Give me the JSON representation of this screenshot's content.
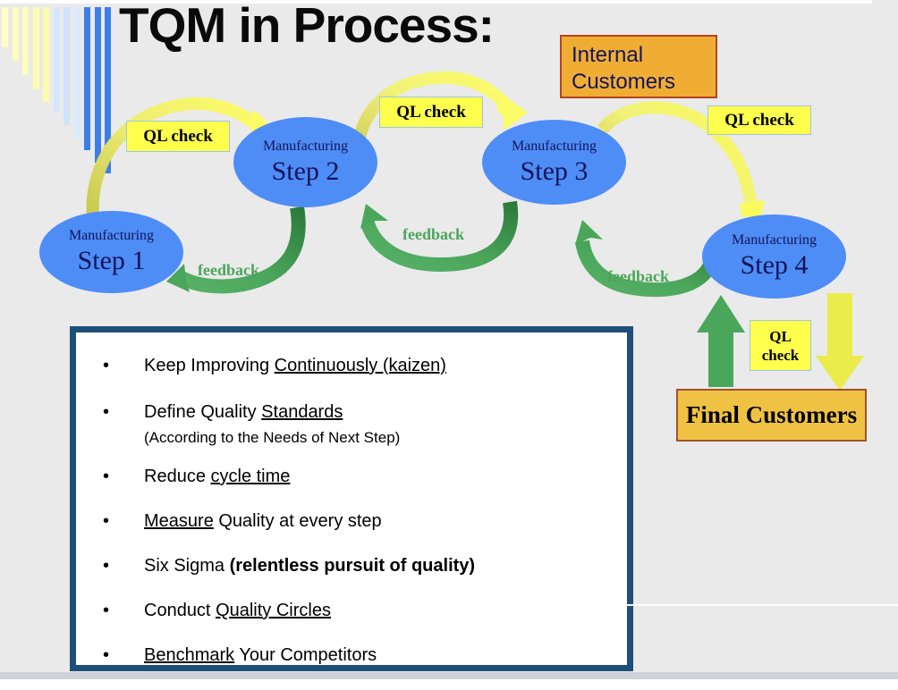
{
  "slide": {
    "title": "TQM in Process:",
    "background_color": "#eaeaea"
  },
  "decor": {
    "name": "decorative-bars",
    "bars": [
      {
        "color": "#ffffc2",
        "height": 45
      },
      {
        "color": "#fdfdbd",
        "height": 60
      },
      {
        "color": "#fdfdbd",
        "height": 76
      },
      {
        "color": "#fcfcb0",
        "height": 92
      },
      {
        "color": "#fcfcaa",
        "height": 106
      },
      {
        "color": "#d4e6fb",
        "height": 118
      },
      {
        "color": "#cfe3fb",
        "height": 132
      },
      {
        "color": "#d9ebfd",
        "height": 146
      },
      {
        "color": "#3d7fe8",
        "height": 160
      },
      {
        "color": "#3d7fe8",
        "height": 174
      },
      {
        "color": "#3d7fe8",
        "height": 186
      }
    ]
  },
  "steps": [
    {
      "sub": "Manufacturing",
      "main": "Step 1",
      "color": "#4e8df5"
    },
    {
      "sub": "Manufacturing",
      "main": "Step 2",
      "color": "#4e8df5"
    },
    {
      "sub": "Manufacturing",
      "main": "Step 3",
      "color": "#4e8df5"
    },
    {
      "sub": "Manufacturing",
      "main": "Step 4",
      "color": "#4e8df5"
    }
  ],
  "ql_checks": [
    {
      "label": "QL check"
    },
    {
      "label": "QL check"
    },
    {
      "label": "QL check"
    },
    {
      "line1": "QL",
      "line2": "check"
    }
  ],
  "feedback_labels": [
    "feedback",
    "feedback",
    "feedback"
  ],
  "customers": {
    "internal_line1": "Internal",
    "internal_line2": "Customers",
    "internal_bg": "#f0ad33",
    "internal_border": "#b4441f",
    "final": "Final Customers",
    "final_bg": "#f0c244",
    "final_border": "#a0522d"
  },
  "bullets": {
    "border_color": "#1f4e79",
    "items": [
      {
        "bullet": "•",
        "segments": [
          {
            "text": "Keep Improving ",
            "style": "normal"
          },
          {
            "text": "Continuously (kaizen)",
            "style": "underline"
          }
        ]
      },
      {
        "bullet": "•",
        "segments": [
          {
            "text": "Define Quality ",
            "style": "normal"
          },
          {
            "text": "Standards",
            "style": "underline"
          }
        ],
        "sub": "(According to the Needs of Next Step)"
      },
      {
        "bullet": "•",
        "segments": [
          {
            "text": "Reduce ",
            "style": "normal"
          },
          {
            "text": "cycle time",
            "style": "underline"
          }
        ]
      },
      {
        "bullet": "•",
        "segments": [
          {
            "text": "Measure",
            "style": "underline"
          },
          {
            "text": " Quality at every step",
            "style": "normal"
          }
        ]
      },
      {
        "bullet": "•",
        "segments": [
          {
            "text": "Six Sigma ",
            "style": "normal"
          },
          {
            "text": "(relentless pursuit of quality)",
            "style": "bold"
          }
        ]
      },
      {
        "bullet": "•",
        "segments": [
          {
            "text": "Conduct ",
            "style": "normal"
          },
          {
            "text": "Quality Circles",
            "style": "underline"
          }
        ]
      },
      {
        "bullet": "•",
        "segments": [
          {
            "text": "Benchmark",
            "style": "underline"
          },
          {
            "text": " Your Competitors",
            "style": "normal"
          }
        ]
      }
    ]
  },
  "colors": {
    "step_blue": "#4e8df5",
    "ql_yellow": "#ffff4d",
    "ql_border": "#9fc5e8",
    "feedback_green": "#4aa65b",
    "arrow_green_dark": "#2f7d3d",
    "arrow_yellow": "#f5f55a",
    "arrow_olive": "#ccca55"
  }
}
